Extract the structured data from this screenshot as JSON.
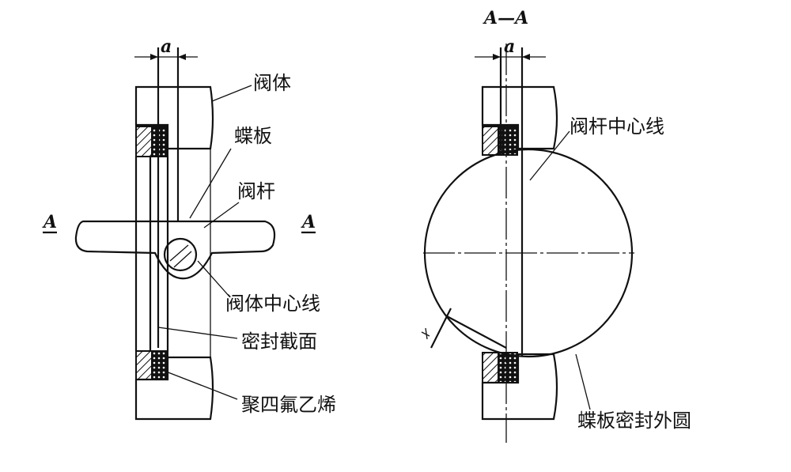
{
  "left_view": {
    "dimension": "a",
    "section_mark_left": "A",
    "section_mark_right": "A",
    "labels": {
      "body": "阀体",
      "disc": "蝶板",
      "stem": "阀杆",
      "body_centerline": "阀体中心线",
      "seal_section": "密封截面",
      "ptfe": "聚四氟乙烯"
    }
  },
  "right_view": {
    "title": "A—A",
    "dimension": "a",
    "labels": {
      "stem_centerline": "阀杆中心线",
      "disc_seal_outer_circle": "蝶板密封外圆"
    }
  }
}
